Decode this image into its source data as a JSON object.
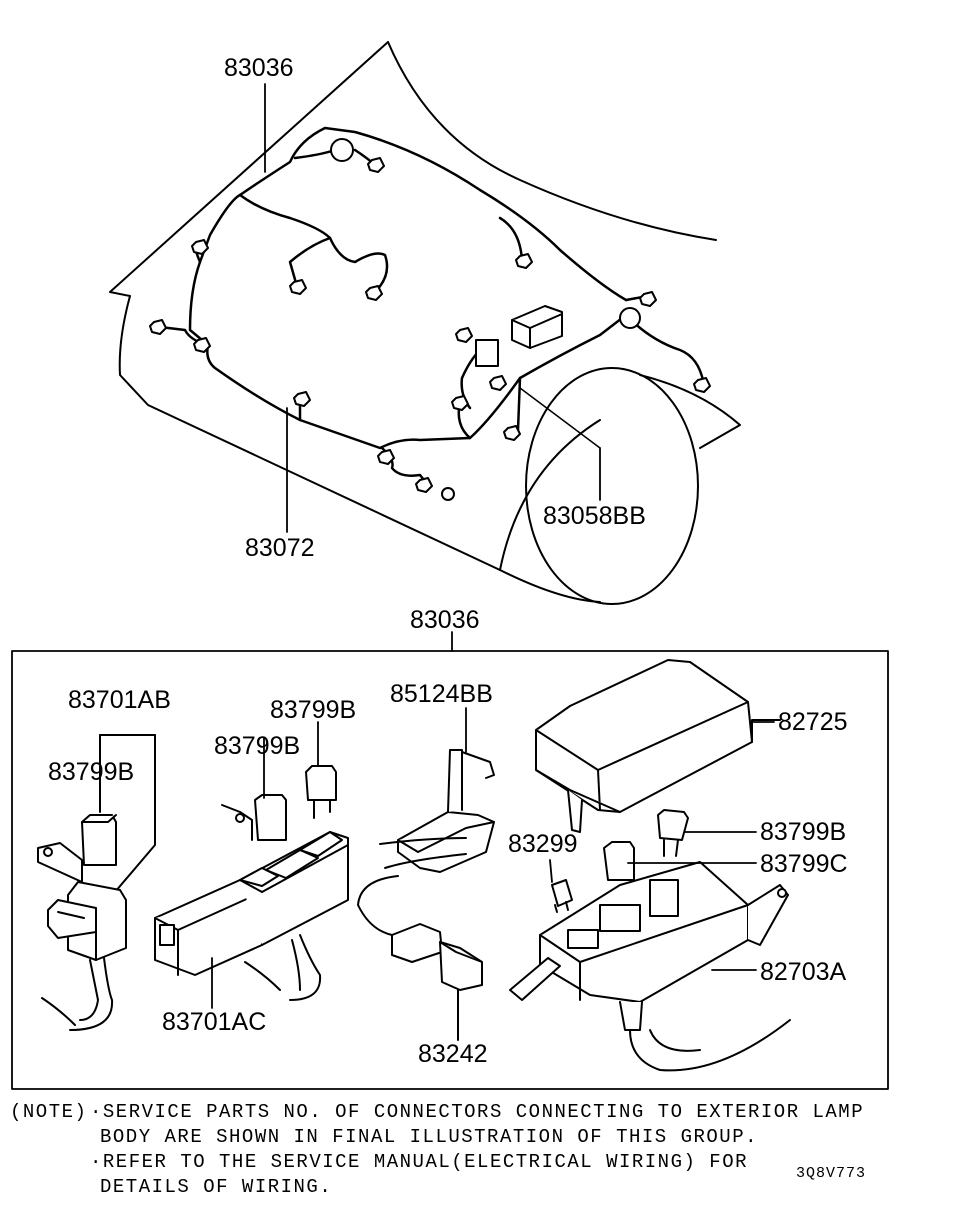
{
  "top_view": {
    "harness_label": "83036",
    "lower_harness_label": "83072",
    "right_harness_label": "83058BB"
  },
  "detail_view": {
    "group_label": "83036",
    "parts": {
      "p_83701AB": "83701AB",
      "p_83799B_left": "83799B",
      "p_83799B_mid_upper": "83799B",
      "p_83799B_mid_lower": "83799B",
      "p_85124BB": "85124BB",
      "p_82725": "82725",
      "p_83299": "83299",
      "p_83799B_right": "83799B",
      "p_83799C": "83799C",
      "p_82703A": "82703A",
      "p_83701AC": "83701AC",
      "p_83242": "83242"
    }
  },
  "notes": {
    "prefix": "(NOTE)",
    "line1": "·SERVICE PARTS NO. OF CONNECTORS CONNECTING TO EXTERIOR LAMP",
    "line2": "BODY ARE SHOWN IN FINAL ILLUSTRATION OF THIS GROUP.",
    "line3": "·REFER TO THE SERVICE MANUAL(ELECTRICAL WIRING) FOR",
    "line4": "DETAILS OF WIRING."
  },
  "reference_code": "3Q8V773"
}
